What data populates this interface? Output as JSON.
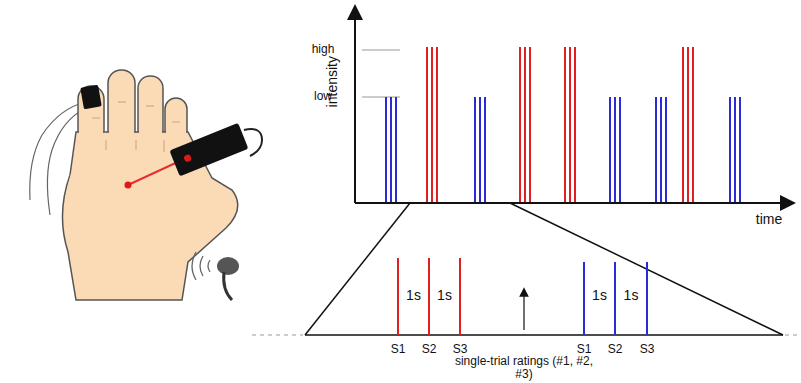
{
  "diagram": {
    "labels": [
      "intensity",
      "high",
      "low",
      "time",
      "1s",
      "1s",
      "1s",
      "1s",
      "S1",
      "S2",
      "S3",
      "S1",
      "S2",
      "S3",
      "single-trial ratings (#1, #2, #3)"
    ]
  }
}
